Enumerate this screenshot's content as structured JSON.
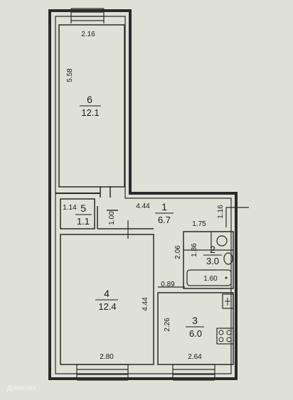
{
  "rooms": [
    {
      "number": "6",
      "area": "12.1"
    },
    {
      "number": "1",
      "area": "6.7"
    },
    {
      "number": "5",
      "area": "1.1"
    },
    {
      "number": "4",
      "area": "12.4"
    },
    {
      "number": "2",
      "area": "3.0"
    },
    {
      "number": "3",
      "area": "6.0"
    }
  ],
  "dimensions": {
    "room6_width": "2.16",
    "room6_length": "5.58",
    "room5_width": "1.14",
    "room5_length": "1.00",
    "hall_width": "4.44",
    "hall_depth": "1.16",
    "bath_width": "1.75",
    "bath_length": "2.06",
    "bath_inner": "1.86",
    "tub_length": "1.60",
    "passage_width": "0.89",
    "room4_length": "4.44",
    "room4_width": "2.80",
    "kitchen_length": "2.26",
    "kitchen_width": "2.64"
  },
  "watermark": "Домклик"
}
